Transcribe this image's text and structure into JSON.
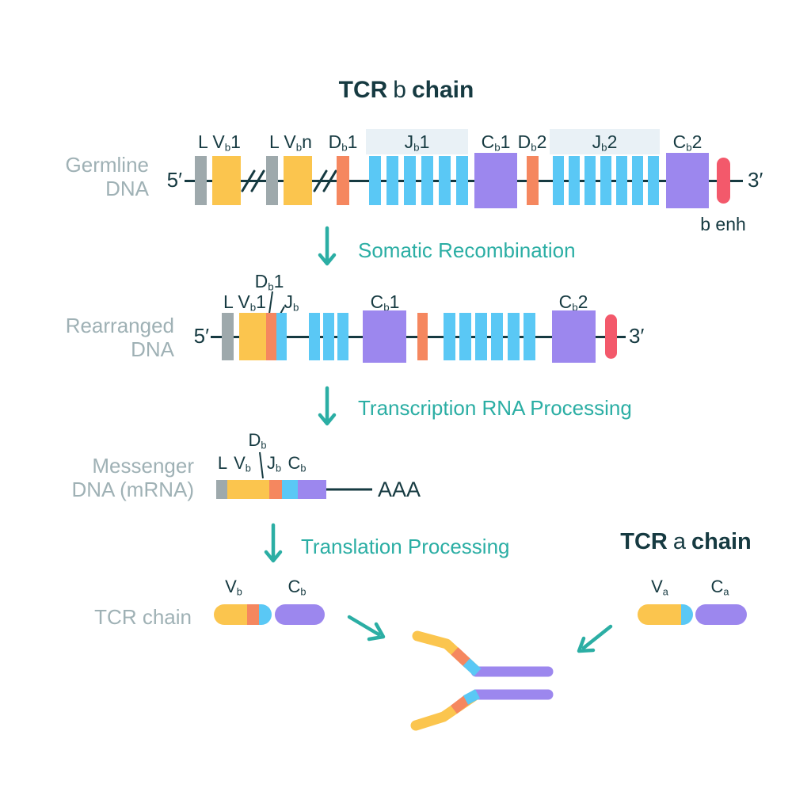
{
  "colors": {
    "teal": "#2BAEA4",
    "dark_text": "#163A41",
    "gray_text": "#9FB1B5",
    "segment_gray": "#9EA9AC",
    "segment_yellow": "#FBC54E",
    "segment_orange": "#F5875F",
    "segment_blue": "#5AC8F5",
    "segment_purple": "#9C87EE",
    "enhancer_red": "#F3596B",
    "label_highlight": "#E9F1F6"
  },
  "beta_title": {
    "tcr": "TCR",
    "greek": "b",
    "chain": "chain"
  },
  "alpha_title": {
    "tcr": "TCR",
    "greek": "a",
    "chain": "chain"
  },
  "process": {
    "somatic": "Somatic Recombination",
    "transcription": "Transcription RNA Processing",
    "translation": "Translation Processing"
  },
  "germline": {
    "row_label_1": "Germline",
    "row_label_2": "DNA",
    "five_prime": "5′",
    "three_prime": "3′",
    "enhancer_label": "b enh",
    "j1_segment_count": 6,
    "j2_segment_count": 7,
    "labels": {
      "lv1": {
        "t": "L V",
        "s": "b",
        "r": "1"
      },
      "lvn": {
        "t": "L V",
        "s": "b",
        "r": "n"
      },
      "d1": {
        "t": "D",
        "s": "b",
        "r": "1"
      },
      "j1": {
        "t": "J",
        "s": "b",
        "r": "1"
      },
      "c1": {
        "t": "C",
        "s": "b",
        "r": "1"
      },
      "d2": {
        "t": "D",
        "s": "b",
        "r": "2"
      },
      "j2": {
        "t": "J",
        "s": "b",
        "r": "2"
      },
      "c2": {
        "t": "C",
        "s": "b",
        "r": "2"
      }
    }
  },
  "rearranged": {
    "row_label_1": "Rearranged",
    "row_label_2": "DNA",
    "five_prime": "5′",
    "three_prime": "3′",
    "j_cluster1_count": 3,
    "j_cluster2_count": 6,
    "labels": {
      "d1": {
        "t": "D",
        "s": "b",
        "r": "1"
      },
      "lv1": {
        "t": "L V",
        "s": "b",
        "r": "1"
      },
      "j": {
        "t": "J",
        "s": "b",
        "r": ""
      },
      "c1": {
        "t": "C",
        "s": "b",
        "r": "1"
      },
      "c2": {
        "t": "C",
        "s": "b",
        "r": "2"
      }
    }
  },
  "mrna": {
    "row_label_1": "Messenger",
    "row_label_2": "DNA (mRNA)",
    "tail": "AAA",
    "labels": {
      "l": {
        "t": "L",
        "s": "",
        "r": ""
      },
      "v": {
        "t": "V",
        "s": "b",
        "r": ""
      },
      "d": {
        "t": "D",
        "s": "b",
        "r": ""
      },
      "j": {
        "t": "J",
        "s": "b",
        "r": ""
      },
      "c": {
        "t": "C",
        "s": "b",
        "r": ""
      }
    }
  },
  "tcr_chain": {
    "row_label": "TCR chain",
    "labels": {
      "v": {
        "t": "V",
        "s": "b"
      },
      "c": {
        "t": "C",
        "s": "b"
      }
    }
  },
  "alpha_chain": {
    "labels": {
      "v": {
        "t": "V",
        "s": "a"
      },
      "c": {
        "t": "C",
        "s": "a"
      }
    }
  }
}
